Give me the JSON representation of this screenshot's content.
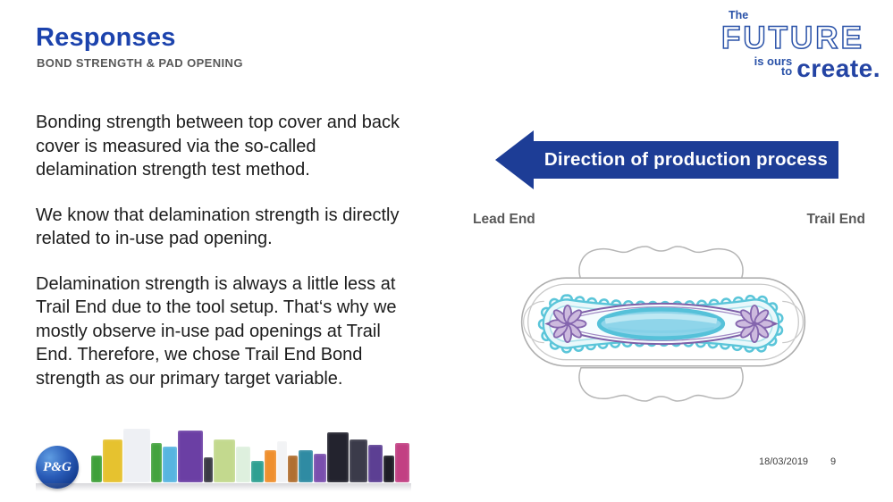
{
  "header": {
    "title": "Responses",
    "subtitle": "BOND STRENGTH & PAD OPENING"
  },
  "brand_logo": {
    "the": "The",
    "future": "FUTURE",
    "is_ours": "is ours",
    "to": "to",
    "create": "create."
  },
  "body": {
    "paragraph1": "Bonding strength between top cover and back\ncover is measured via the so-called\ndelamination strength test method.",
    "paragraph2": "We know that delamination strength is directly\nrelated to in-use pad opening.",
    "paragraph3": "Delamination strength is always a little less at\nTrail End due to the tool setup. That‘s why we\nmostly observe in-use pad openings at Trail\nEnd. Therefore, we chose Trail End Bond\nstrength as our primary target variable."
  },
  "diagram": {
    "arrow_label": "Direction of production process",
    "lead_end_label": "Lead End",
    "trail_end_label": "Trail End"
  },
  "footer": {
    "pg_logo_text": "P&G",
    "date": "18/03/2019",
    "page_number": "9"
  },
  "colors": {
    "title_blue": "#1c43ad",
    "arrow_blue": "#1d3d96",
    "subtitle_gray": "#595959",
    "label_gray": "#595959",
    "text_dark": "#1c1c1c",
    "logo_blue": "#2a52a8",
    "create_blue": "#2444a4",
    "pad_cyan": "#5ac5d9",
    "pad_purple": "#7e60a8",
    "pad_oval_fill": "#8fd5ea"
  },
  "products": {
    "items": [
      {
        "w": 12,
        "h": 30,
        "c": "#3fa03a"
      },
      {
        "w": 22,
        "h": 48,
        "c": "#e6c22f"
      },
      {
        "w": 30,
        "h": 60,
        "c": "#eef0f4"
      },
      {
        "w": 12,
        "h": 44,
        "c": "#44a33e"
      },
      {
        "w": 16,
        "h": 40,
        "c": "#57b5e0"
      },
      {
        "w": 28,
        "h": 58,
        "c": "#6b3fa4"
      },
      {
        "w": 10,
        "h": 28,
        "c": "#3a3a44"
      },
      {
        "w": 24,
        "h": 48,
        "c": "#c3d98e"
      },
      {
        "w": 16,
        "h": 40,
        "c": "#def0de"
      },
      {
        "w": 14,
        "h": 24,
        "c": "#2fa092"
      },
      {
        "w": 13,
        "h": 36,
        "c": "#ef8f2d"
      },
      {
        "w": 11,
        "h": 46,
        "c": "#f2f3f5"
      },
      {
        "w": 11,
        "h": 30,
        "c": "#b06f31"
      },
      {
        "w": 16,
        "h": 36,
        "c": "#2f8ba3"
      },
      {
        "w": 14,
        "h": 32,
        "c": "#7a4fae"
      },
      {
        "w": 24,
        "h": 56,
        "c": "#23232e"
      },
      {
        "w": 20,
        "h": 48,
        "c": "#3b3b4a"
      },
      {
        "w": 16,
        "h": 42,
        "c": "#5c3f93"
      },
      {
        "w": 12,
        "h": 30,
        "c": "#1e1e26"
      },
      {
        "w": 16,
        "h": 44,
        "c": "#c24083"
      }
    ]
  }
}
